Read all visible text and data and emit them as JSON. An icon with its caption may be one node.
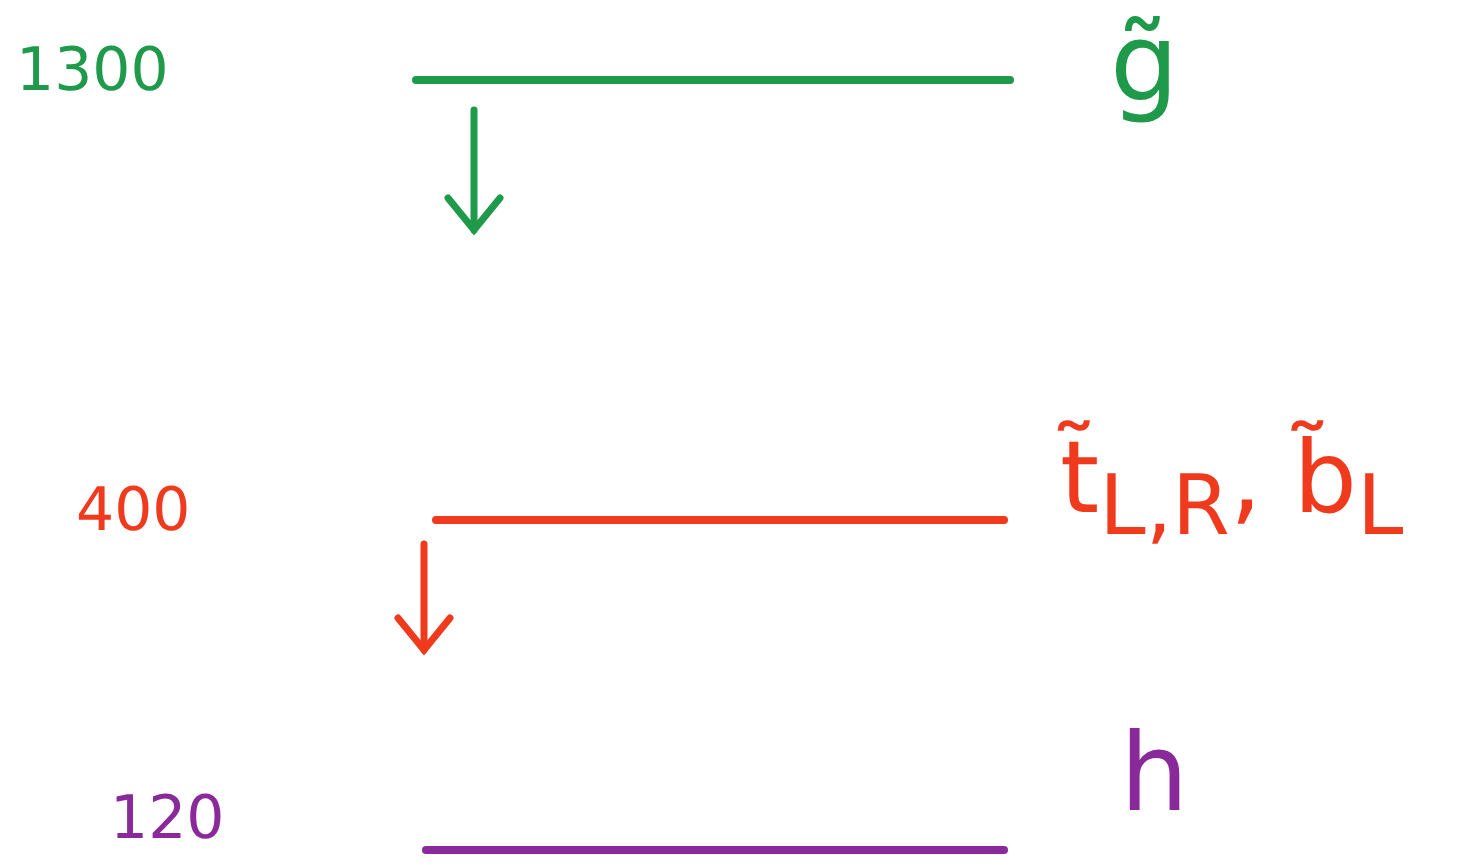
{
  "diagram": {
    "labels": [
      "1300",
      "g̃",
      "400",
      "t̃$_{L,R}$, b̃$_{L}$",
      "120",
      "h"
    ]
  }
}
